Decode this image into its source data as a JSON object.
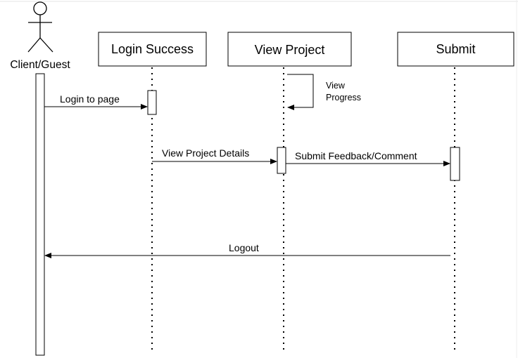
{
  "actor": {
    "label": "Client/Guest"
  },
  "lifelines": [
    {
      "id": "login",
      "title": "Login Success"
    },
    {
      "id": "view",
      "title": "View Project"
    },
    {
      "id": "submit",
      "title": "Submit"
    }
  ],
  "messages": [
    {
      "label": "Login to page"
    },
    {
      "label": "View Project Details"
    },
    {
      "label": "Submit Feedback/Comment"
    },
    {
      "label": "Logout"
    }
  ],
  "self_message": {
    "line1": "View",
    "line2": "Progress"
  }
}
